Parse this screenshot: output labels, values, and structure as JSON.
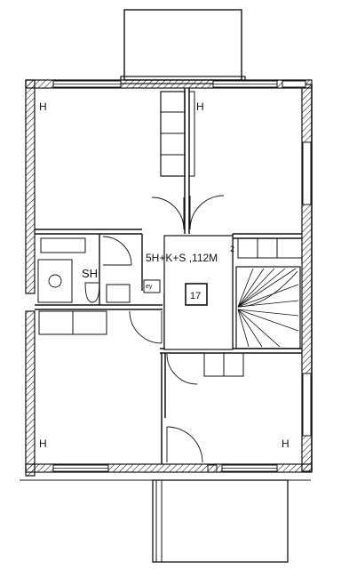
{
  "plan": {
    "rooms": {
      "bedroom_nw": "H",
      "bedroom_ne": "H",
      "bedroom_sw": "H",
      "bedroom_se": "H",
      "bathroom": "SH"
    },
    "unit_spec": "5H+K+S ,112M",
    "unit_spec_superscript": "2",
    "apartment_number": "17",
    "small_label": "ey"
  },
  "colors": {
    "ink": "#111111",
    "paper": "#ffffff"
  }
}
